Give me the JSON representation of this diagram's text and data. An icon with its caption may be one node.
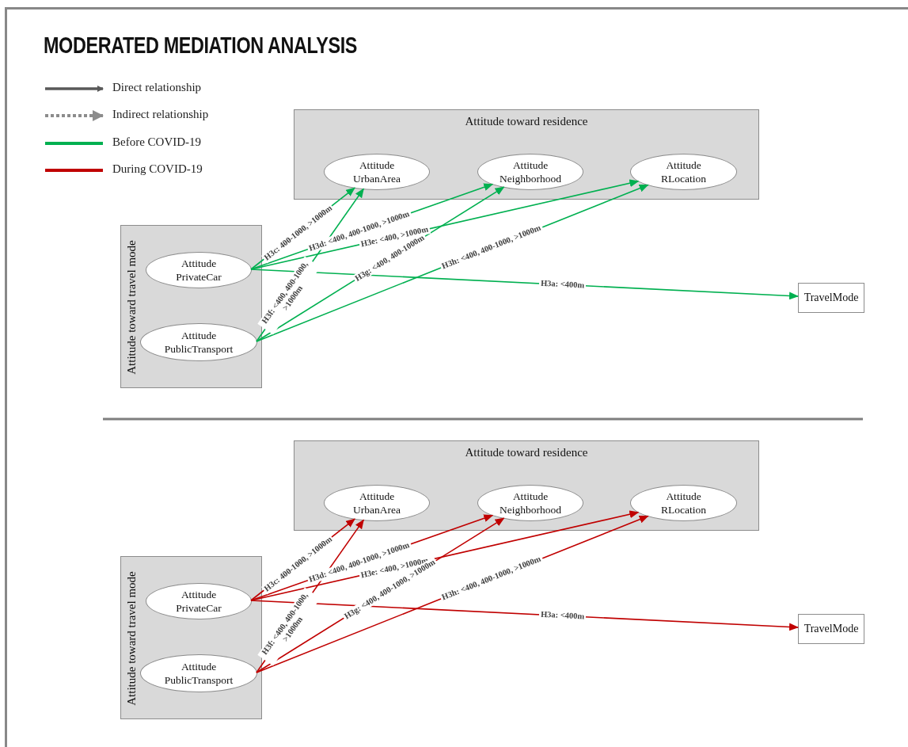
{
  "diagram": {
    "title": "MODERATED MEDIATION ANALYSIS",
    "nodes": [
      {
        "text": [
          "Attitude toward residence"
        ]
      },
      {
        "text": [
          "Attitude UrbanArea"
        ],
        "in": 0
      },
      {
        "text": [
          "Attitude Neighborhood"
        ],
        "in": 0
      },
      {
        "text": [
          "Attitude RLocation"
        ],
        "in": 0
      },
      {
        "text": [
          "Attitude toward travel mode"
        ]
      },
      {
        "text": [
          "Attitude PrivateCar"
        ],
        "in": 4
      },
      {
        "text": [
          "Attitude PublicTransport"
        ],
        "in": 4
      },
      {
        "text": [
          "TravelMode"
        ]
      },
      {
        "text": [
          "Attitude toward residence"
        ]
      },
      {
        "text": [
          "Attitude UrbanArea"
        ],
        "in": 8
      },
      {
        "text": [
          "Attitude Neighborhood"
        ],
        "in": 8
      },
      {
        "text": [
          "Attitude RLocation"
        ],
        "in": 8
      },
      {
        "text": [
          "Attitude toward travel mode"
        ]
      },
      {
        "text": [
          "Attitude PrivateCar"
        ],
        "in": 12
      },
      {
        "text": [
          "Attitude PublicTransport"
        ],
        "in": 12
      },
      {
        "text": [
          "TravelMode"
        ]
      }
    ],
    "edges": [
      {
        "from": 5,
        "to": 1,
        "arrow": "to",
        "label": "H3c: 400-1000, >1000m",
        "color": "#00b050"
      },
      {
        "from": 5,
        "to": 2,
        "arrow": "to",
        "label": "H3d: <400, 400-1000, >1000m",
        "color": "#00b050"
      },
      {
        "from": 5,
        "to": 3,
        "arrow": "to",
        "label": "H3e: <400, >1000m",
        "color": "#00b050"
      },
      {
        "from": 5,
        "to": 7,
        "arrow": "to",
        "label": "H3a: <400m",
        "color": "#00b050"
      },
      {
        "from": 6,
        "to": 1,
        "arrow": "to",
        "label": "H3f: <400, 400-1000, >1000m",
        "color": "#00b050"
      },
      {
        "from": 6,
        "to": 2,
        "arrow": "to",
        "label": "H3g: <400, 400-1000m",
        "color": "#00b050"
      },
      {
        "from": 6,
        "to": 3,
        "arrow": "to",
        "label": "H3h: <400, 400-1000, >1000m",
        "color": "#00b050"
      },
      {
        "from": 13,
        "to": 9,
        "arrow": "to",
        "label": "H3c: 400-1000, >1000m",
        "color": "#c00000"
      },
      {
        "from": 13,
        "to": 10,
        "arrow": "to",
        "label": "H3d: <400, 400-1000, >1000m",
        "color": "#c00000"
      },
      {
        "from": 13,
        "to": 11,
        "arrow": "to",
        "label": "H3e: <400, >1000m",
        "color": "#c00000"
      },
      {
        "from": 13,
        "to": 15,
        "arrow": "to",
        "label": "H3a: <400m",
        "color": "#c00000"
      },
      {
        "from": 14,
        "to": 9,
        "arrow": "to",
        "label": "H3f: <400, 400-1000, >1000m",
        "color": "#c00000"
      },
      {
        "from": 14,
        "to": 10,
        "arrow": "to",
        "label": "H3g: <400, 400-1000, >1000m",
        "color": "#c00000"
      },
      {
        "from": 14,
        "to": 11,
        "arrow": "to",
        "label": "H3h: <400, 400-1000, >1000m",
        "color": "#c00000"
      }
    ],
    "legend": [
      {
        "text": "Direct relationship"
      },
      {
        "text": "Indirect relationship"
      },
      {
        "text": "Before COVID-19",
        "color": "#00b050"
      },
      {
        "text": "During COVID-19",
        "color": "#c00000"
      }
    ]
  }
}
